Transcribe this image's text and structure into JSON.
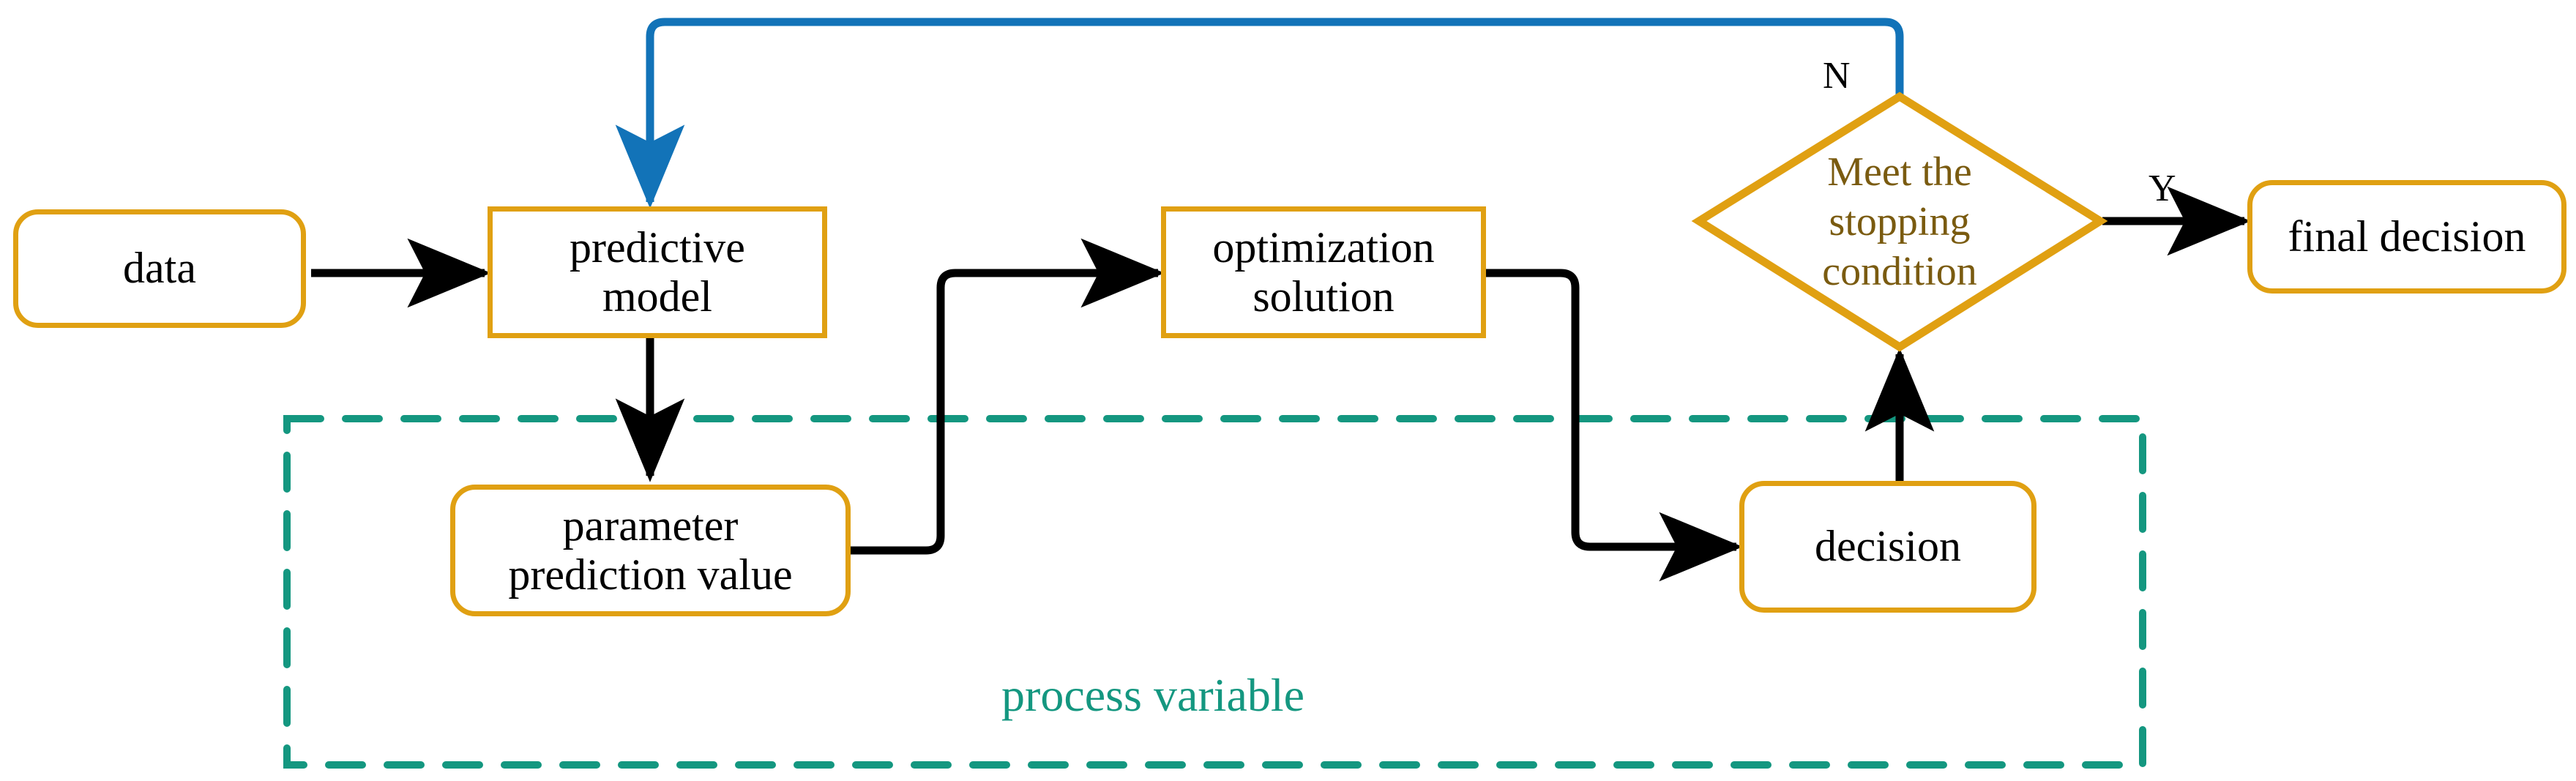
{
  "diagram": {
    "title": "predictive model optimization feedback loop flowchart",
    "colors": {
      "node_border": "#E0A012",
      "node_text": "#000000",
      "decision_text": "#7A5B10",
      "region": "#149780",
      "feedback_arrow": "#1273B8",
      "arrow": "#000000",
      "background": "#FFFFFF"
    },
    "nodes": [
      {
        "id": "data",
        "label": "data",
        "shape": "rounded-rectangle"
      },
      {
        "id": "predictive",
        "label": "predictive\nmodel",
        "shape": "rectangle"
      },
      {
        "id": "parameter",
        "label": "parameter\nprediction value",
        "shape": "rounded-rectangle"
      },
      {
        "id": "optimization",
        "label": "optimization\nsolution",
        "shape": "rectangle"
      },
      {
        "id": "decision",
        "label": "decision",
        "shape": "rounded-rectangle"
      },
      {
        "id": "stopping",
        "label": "Meet the\nstopping\ncondition",
        "shape": "diamond"
      },
      {
        "id": "final",
        "label": "final decision",
        "shape": "rounded-rectangle"
      }
    ],
    "edges": [
      {
        "from": "data",
        "to": "predictive",
        "label": "",
        "color": "#000000"
      },
      {
        "from": "predictive",
        "to": "parameter",
        "label": "",
        "color": "#000000"
      },
      {
        "from": "parameter",
        "to": "optimization",
        "label": "",
        "color": "#000000"
      },
      {
        "from": "optimization",
        "to": "decision",
        "label": "",
        "color": "#000000"
      },
      {
        "from": "decision",
        "to": "stopping",
        "label": "",
        "color": "#000000"
      },
      {
        "from": "stopping",
        "to": "final",
        "label": "Y",
        "color": "#000000"
      },
      {
        "from": "stopping",
        "to": "predictive",
        "label": "N",
        "color": "#1273B8"
      }
    ],
    "edge_labels": {
      "no": "N",
      "yes": "Y"
    },
    "region": {
      "label": "process variable",
      "style": "dashed",
      "color": "#149780"
    }
  }
}
